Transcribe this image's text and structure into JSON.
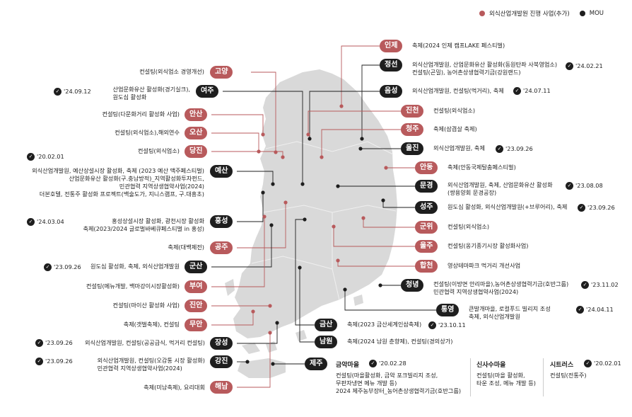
{
  "legend": {
    "red_label": "외식산업개발원 진행 사업(추가)",
    "black_label": "MOU"
  },
  "colors": {
    "red": "#b85a5c",
    "black": "#1e1e1e",
    "map": "#d9d9d9"
  },
  "regions": {
    "inje": {
      "name": "인제",
      "desc": "축제(2024 인제 캠프LAKE 페스티벌)"
    },
    "jeongseon": {
      "name": "정선",
      "desc": "외식산업개발원, 산업문화유산 활성화(동원탄좌 사북영업소)\n컨설팅(곤밀), 농어촌상생협력기금(강원랜드)",
      "mou": "'24.02.21"
    },
    "eumseong": {
      "name": "음성",
      "desc": "외식산업개발원, 컨설팅(먹거리), 축제",
      "mou": "'24.07.11"
    },
    "jincheon": {
      "name": "진천",
      "desc": "컨설팅(외식업소)"
    },
    "cheongju": {
      "name": "청주",
      "desc": "축제(삼겹살 축제)"
    },
    "uljin": {
      "name": "울진",
      "desc": "외식산업개발원, 축제",
      "mou": "'23.09.26"
    },
    "andong": {
      "name": "안동",
      "desc": "축제(안동국제탈춤페스티벌)"
    },
    "mungyeong": {
      "name": "문경",
      "desc": "외식산업개발원, 축제, 산업문화유산 활성화\n(쌍용양회 문경공장)",
      "mou": "'23.08.08"
    },
    "seongju": {
      "name": "성주",
      "desc": "원도심 활성화, 외식산업개발원(+브루어리), 축제",
      "mou": "'23.09.26"
    },
    "gunwi": {
      "name": "군위",
      "desc": "컨설팅(외식업소)"
    },
    "ulju": {
      "name": "울주",
      "desc": "컨설팅(옹기종기시장 활성화사업)"
    },
    "hapcheon": {
      "name": "합천",
      "desc": "영상테마파크 먹거리 개선사업"
    },
    "cheongnyeong": {
      "name": "청녕",
      "desc": "컨설팅(이방면 안리마을),농어촌상생협력기금(호반그룹)\n민관협력 지역상생협약사업(2024)",
      "mou": "'23.11.02"
    },
    "tongyeong": {
      "name": "통영",
      "desc": "큰발개마을, 로컬푸드 빌리지 조성\n축제, 외식산업개발원",
      "mou": "'24.04.11"
    },
    "geumsan": {
      "name": "금산",
      "desc": "축제(2023 금산세계인삼축제)",
      "mou": "'23.10.11"
    },
    "namwon": {
      "name": "남원",
      "desc": "축제(2024 남원 춘향제), 컨설팅(경의상가)"
    },
    "goyang": {
      "name": "고양",
      "desc": "컨설팅(외식업소 경영개선)"
    },
    "yeoju": {
      "name": "여주",
      "desc": "산업문화유산 활성화(경기실크),\n원도심 활성화",
      "mou": "'24.09.12"
    },
    "ansan": {
      "name": "안산",
      "desc": "컨설팅(다문화거리 활성화 사업)"
    },
    "osan": {
      "name": "오산",
      "desc": "컨설팅(외식업소),해외연수"
    },
    "dangjin": {
      "name": "당진",
      "desc": "컨설팅(외식업소)"
    },
    "yesan": {
      "name": "예산",
      "desc": "외식산업개발원, 예산상설시장 활성화, 축제 (2023 예산 맥주페스티벌)\n산업문화유산 활성화(구.충남방적)_지역활성화투자펀드,\n민관협력 지역상생협약사업(2024)\n더본호텔, 전통주 활성화 프로젝트(백술도가, 지니스램프, 구.대흥초)",
      "mou": "'20.02.01"
    },
    "hongseong": {
      "name": "홍성",
      "desc": "홍성상설시장 활성화, 광천시장 활성화\n축제(2023/2024 글로벌바베큐페스티벌 in 홍성)",
      "mou": "'24.03.04"
    },
    "gongju": {
      "name": "공주",
      "desc": "축제(대백제전)"
    },
    "gunsan": {
      "name": "군산",
      "desc": "원도심 활성화, 축제, 외식산업개발원",
      "mou": "'23.09.26"
    },
    "buyeo": {
      "name": "부여",
      "desc": "컨설팅(메뉴개발, 백마강이시장활성화)"
    },
    "jinan": {
      "name": "진안",
      "desc": "컨설팅(마이산 활성화 사업)"
    },
    "muan": {
      "name": "무안",
      "desc": "축제(갯벌축제), 컨설팅"
    },
    "jangseong": {
      "name": "장성",
      "desc": "외식산업개발원, 컨설팅(공공급식, 먹거리 컨설팅)",
      "mou": "'23.09.26"
    },
    "gangjin": {
      "name": "강진",
      "desc": "외식산업개발원, 컨설팅(오감통 시장 활성화)\n민관협력 지역상생협약사업(2024)",
      "mou": "'23.09.26"
    },
    "haenam": {
      "name": "해남",
      "desc": "축제(미남축제), 요리대회"
    },
    "jeju": {
      "name": "제주"
    }
  },
  "jeju_box": {
    "geumak": {
      "title": "금악마을",
      "mou": "'20.02.28",
      "desc": "컨설팅(마을활성화, 금악 포크빌리지 조성,\n무판자냉면 메뉴 개발 등)\n2024 제주농부장터_농어촌상생협력기금(호반그룹)"
    },
    "sinsa": {
      "title": "신사수마을",
      "desc": "컨설팅(마을 활성화,\n타운 조성, 메뉴 개발 등)"
    },
    "citrus": {
      "title": "시트러스",
      "mou": "'20.02.01",
      "desc": "컨설팅(전통주)"
    }
  }
}
